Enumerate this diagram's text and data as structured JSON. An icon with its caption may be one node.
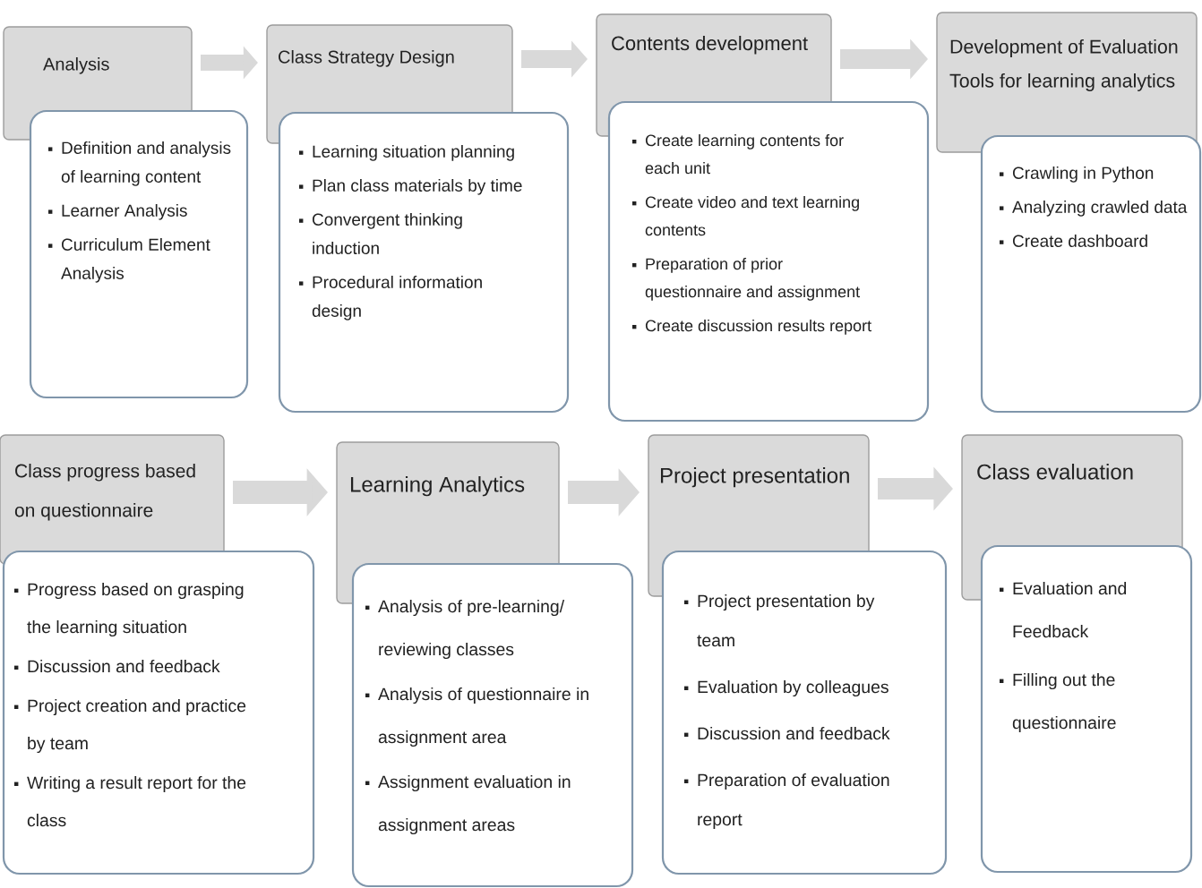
{
  "diagram": {
    "nodes": [
      {
        "text": [
          "Analysis"
        ]
      },
      {
        "text": [
          "Definition and analysis of learning content",
          "Learner Analysis",
          "Curriculum Element Analysis"
        ]
      },
      {
        "text": [
          "Class Strategy Design"
        ]
      },
      {
        "text": [
          "Learning situation planning",
          "Plan class materials by time",
          "Convergent thinking induction",
          "Procedural information design"
        ]
      },
      {
        "text": [
          "Contents development"
        ]
      },
      {
        "text": [
          "Create learning contents for each unit",
          "Create video and text learning contents",
          "Preparation of prior questionnaire and assignment",
          "Create discussion results report"
        ]
      },
      {
        "text": [
          "Development of Evaluation Tools for learning analytics"
        ]
      },
      {
        "text": [
          "Crawling in Python",
          "Analyzing crawled data",
          "Create dashboard"
        ]
      },
      {
        "text": [
          "Class progress based on questionnaire"
        ]
      },
      {
        "text": [
          "Progress based on grasping the learning situation",
          "Discussion and feedback",
          "Project creation and practice by team",
          "Writing a result report for the class"
        ]
      },
      {
        "text": [
          "Learning Analytics"
        ]
      },
      {
        "text": [
          "Analysis of pre-learning/ reviewing classes",
          "Analysis of questionnaire in assignment area",
          "Assignment evaluation in assignment areas"
        ]
      },
      {
        "text": [
          "Project presentation"
        ]
      },
      {
        "text": [
          "Project presentation by team",
          "Evaluation by colleagues",
          "Discussion and feedback",
          "Preparation of evaluation report"
        ]
      },
      {
        "text": [
          "Class evaluation"
        ]
      },
      {
        "text": [
          "Evaluation and Feedback",
          "Filling out the questionnaire"
        ]
      }
    ],
    "edges": [
      {
        "from": 0,
        "to": 2,
        "arrow": "to"
      },
      {
        "from": 2,
        "to": 4,
        "arrow": "to"
      },
      {
        "from": 4,
        "to": 6,
        "arrow": "to"
      },
      {
        "from": 8,
        "to": 10,
        "arrow": "to"
      },
      {
        "from": 10,
        "to": 12,
        "arrow": "to"
      },
      {
        "from": 12,
        "to": 14,
        "arrow": "to"
      }
    ]
  }
}
